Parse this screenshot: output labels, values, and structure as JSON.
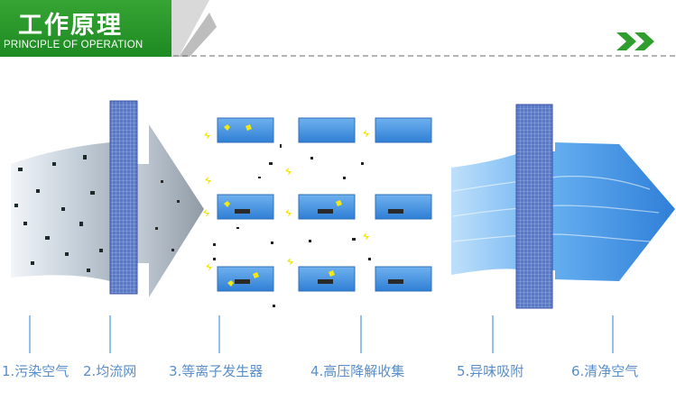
{
  "header": {
    "title_cn": "工作原理",
    "title_en": "PRINCIPLE OF OPERATION",
    "accent_color": "#2f9e2f",
    "nav_icon": "double-chevron-right-icon"
  },
  "stages": [
    {
      "label": "1.污染空气"
    },
    {
      "label": "2.均流网"
    },
    {
      "label": "3.等离子发生器"
    },
    {
      "label": "4.高压降解收集"
    },
    {
      "label": "5.异味吸附"
    },
    {
      "label": "6.清净空气"
    }
  ],
  "colors": {
    "caption": "#5a8ec8",
    "plate": "#3f8fe0",
    "mesh": "#4a68b8",
    "polluted_air": "#cfd9e2",
    "clean_air": "#3b8fe0",
    "spark": "#f2e600"
  }
}
